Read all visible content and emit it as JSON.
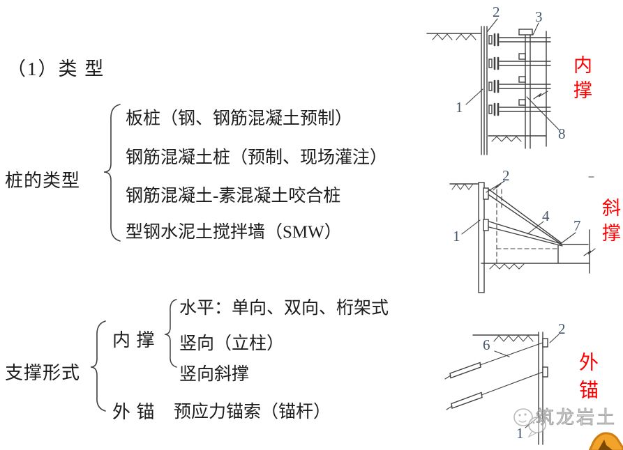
{
  "title": "（1）类 型",
  "pile_tree": {
    "label": "桩的类型",
    "items": [
      "板桩（钢、钢筋混凝土预制）",
      "钢筋混凝土桩（预制、现场灌注）",
      "钢筋混凝土-素混凝土咬合桩",
      "型钢水泥土搅拌墙（SMW）"
    ]
  },
  "support_tree": {
    "label": "支撑形式",
    "internal": {
      "label": "内 撑",
      "items": [
        "水平：单向、双向、桁架式",
        "竖向（立柱）",
        "竖向斜撑"
      ]
    },
    "external": {
      "label": "外 锚",
      "item": "预应力锚索（锚杆）"
    }
  },
  "figures": {
    "internal": {
      "caption": "内撑",
      "n1": "1",
      "n2": "2",
      "n3": "3",
      "n8": "8"
    },
    "diagonal": {
      "caption": "斜撑",
      "n1": "1",
      "n2": "2",
      "n4": "4",
      "n7": "7"
    },
    "anchor": {
      "caption": "外锚",
      "n1": "1",
      "n2": "2",
      "n6": "6"
    }
  },
  "watermark": {
    "text": "筑龙岩土"
  },
  "colors": {
    "caption_red": "#fe0000",
    "figure_label": "#46566b",
    "line": "#404040",
    "corner_logo_orange": "#f2a32a"
  }
}
